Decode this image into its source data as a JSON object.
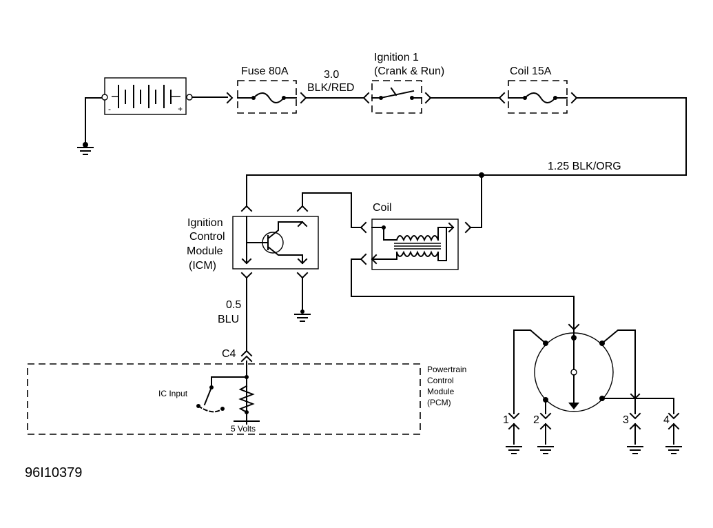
{
  "labels": {
    "fuse_main": "Fuse 80A",
    "wire_main_gauge": "3.0",
    "wire_main_color": "BLK/RED",
    "ignition_line1": "Ignition 1",
    "ignition_line2": "(Crank & Run)",
    "fuse_coil": "Coil 15A",
    "wire_feed": "1.25 BLK/ORG",
    "icm_line1": "Ignition",
    "icm_line2": "Control",
    "icm_line3": "Module",
    "icm_line4": "(ICM)",
    "coil": "Coil",
    "wire_signal_gauge": "0.5",
    "wire_signal_color": "BLU",
    "connector": "C4",
    "ic_input": "IC Input",
    "pcm_line1": "Powertrain",
    "pcm_line2": "Control",
    "pcm_line3": "Module",
    "pcm_line4": "(PCM)",
    "volts": "5 Volts",
    "battery_neg": "-",
    "battery_pos": "+",
    "spark_1": "1",
    "spark_2": "2",
    "spark_3": "3",
    "spark_4": "4",
    "figure_id": "96I10379"
  }
}
